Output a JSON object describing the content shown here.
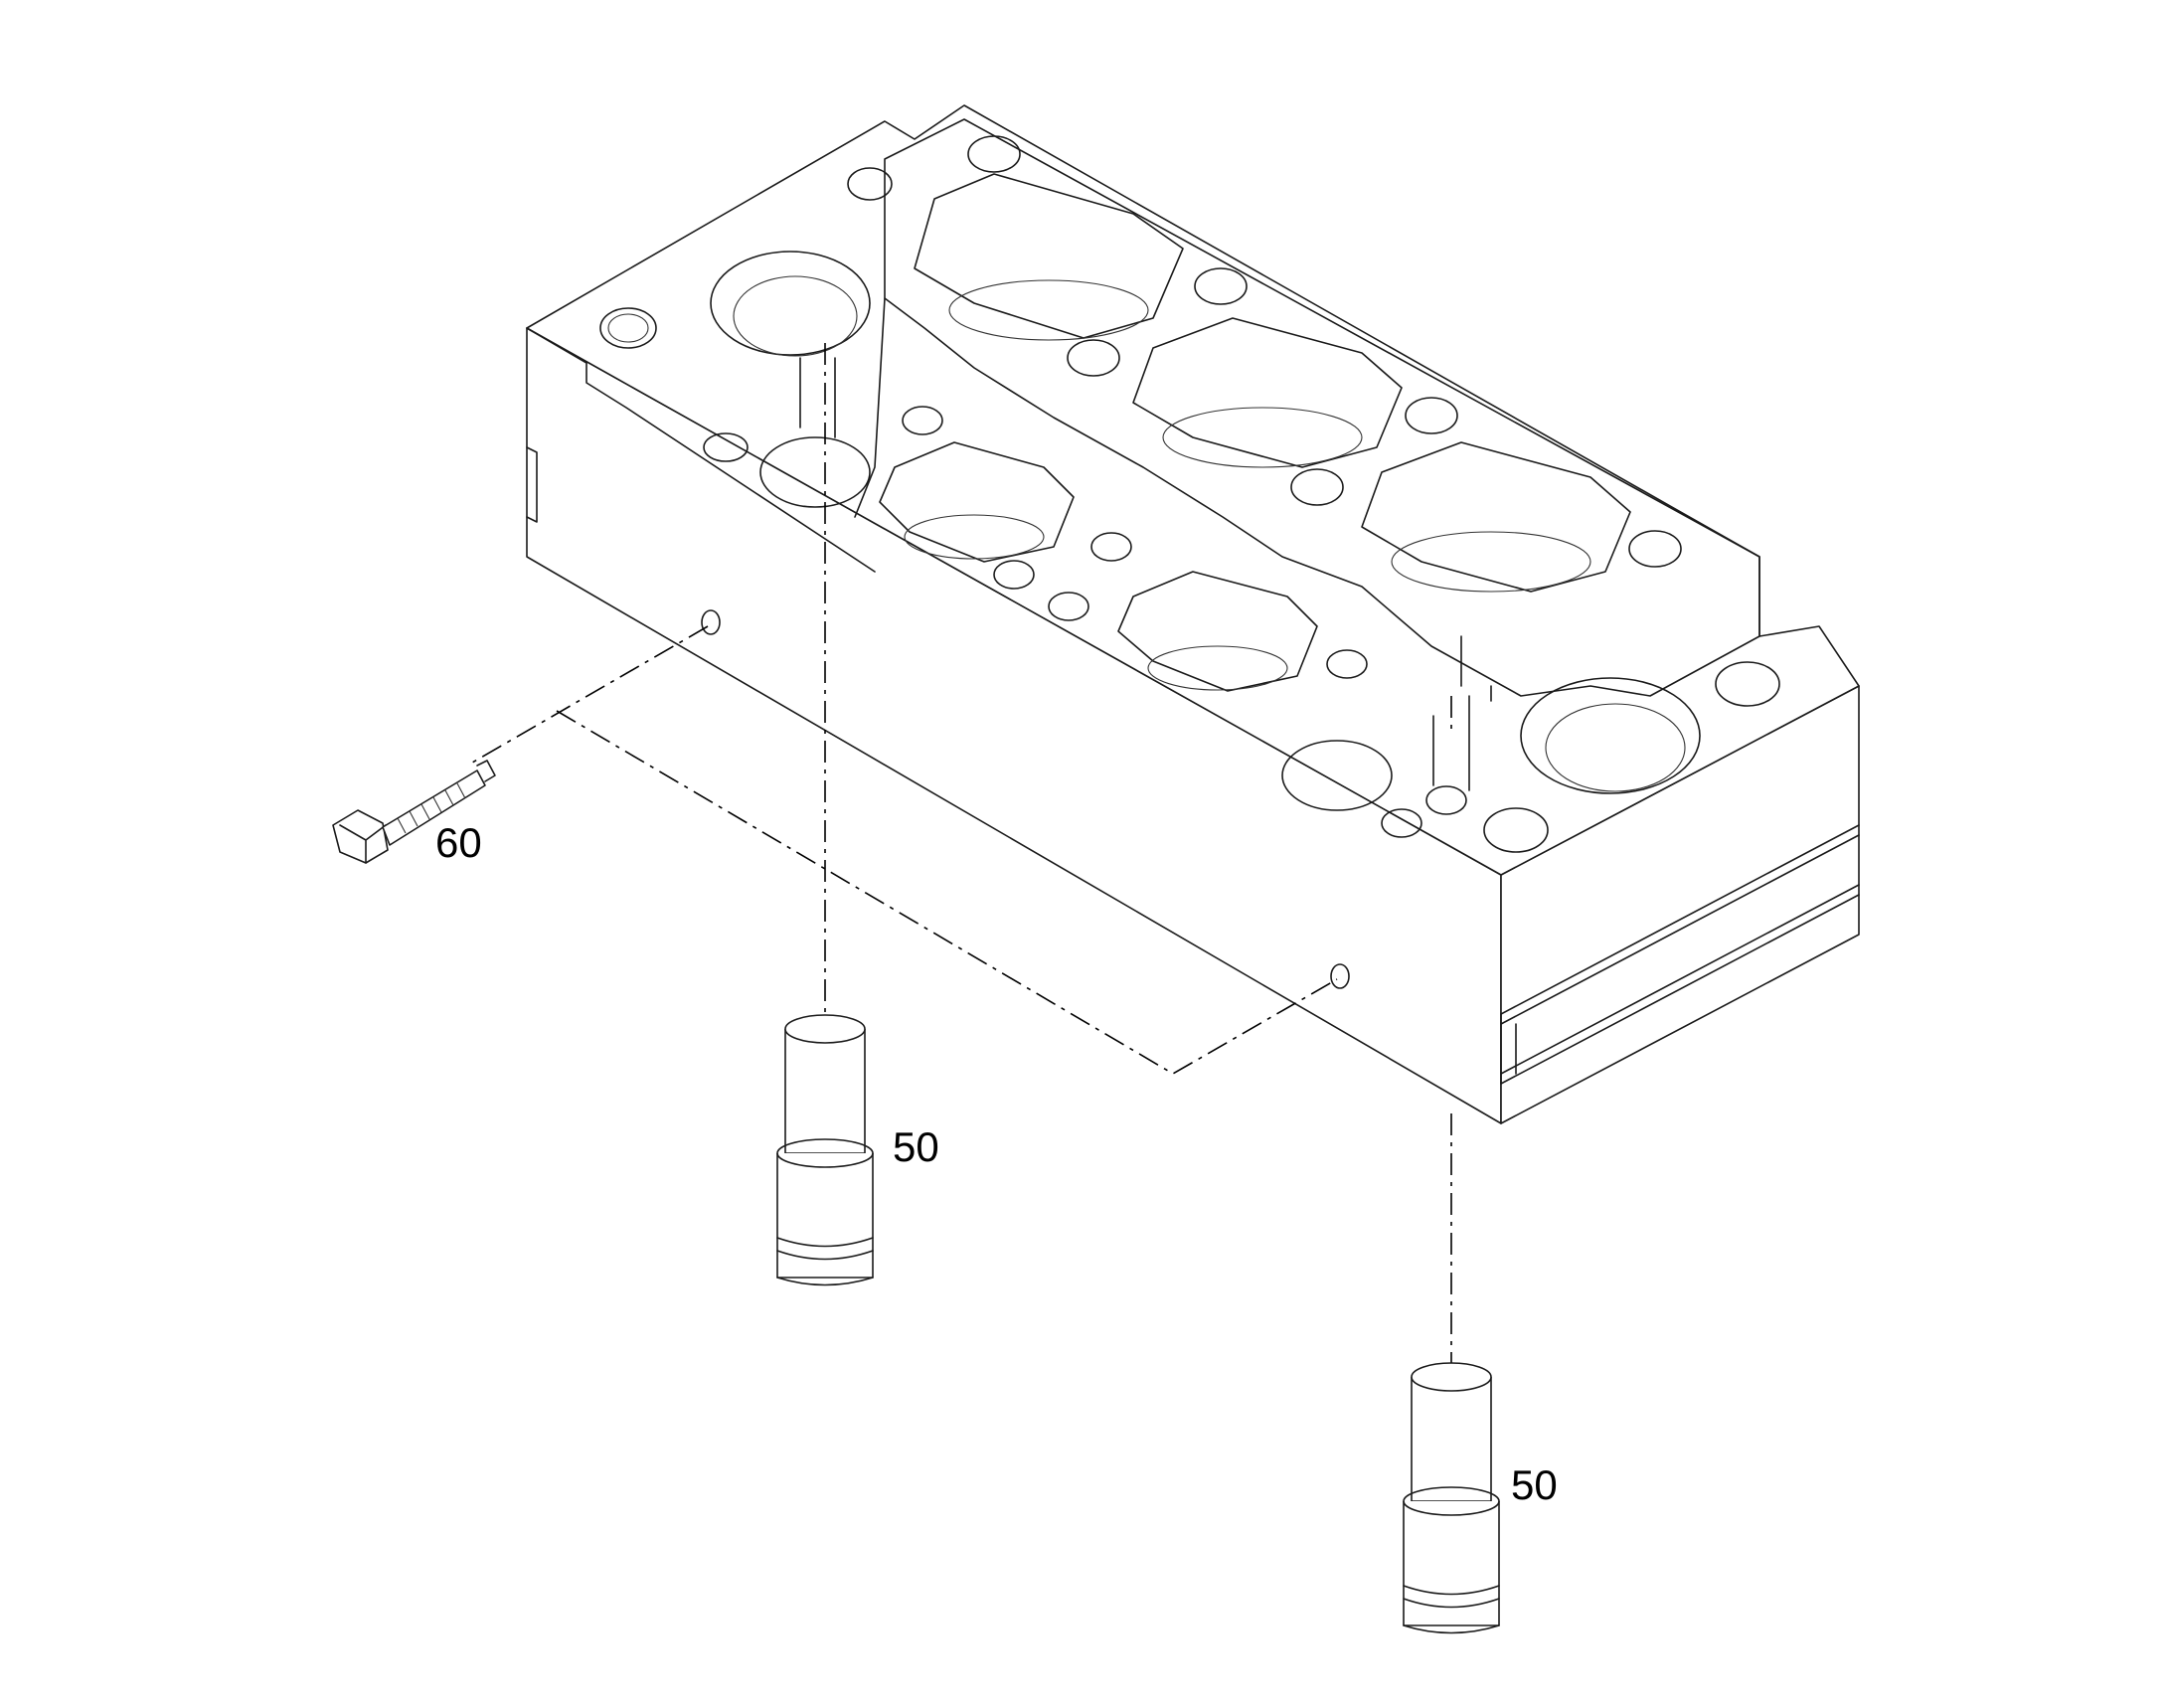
{
  "diagram": {
    "callouts": [
      {
        "id": "screw",
        "label": "60"
      },
      {
        "id": "pin-left",
        "label": "50"
      },
      {
        "id": "pin-right",
        "label": "50"
      }
    ]
  }
}
